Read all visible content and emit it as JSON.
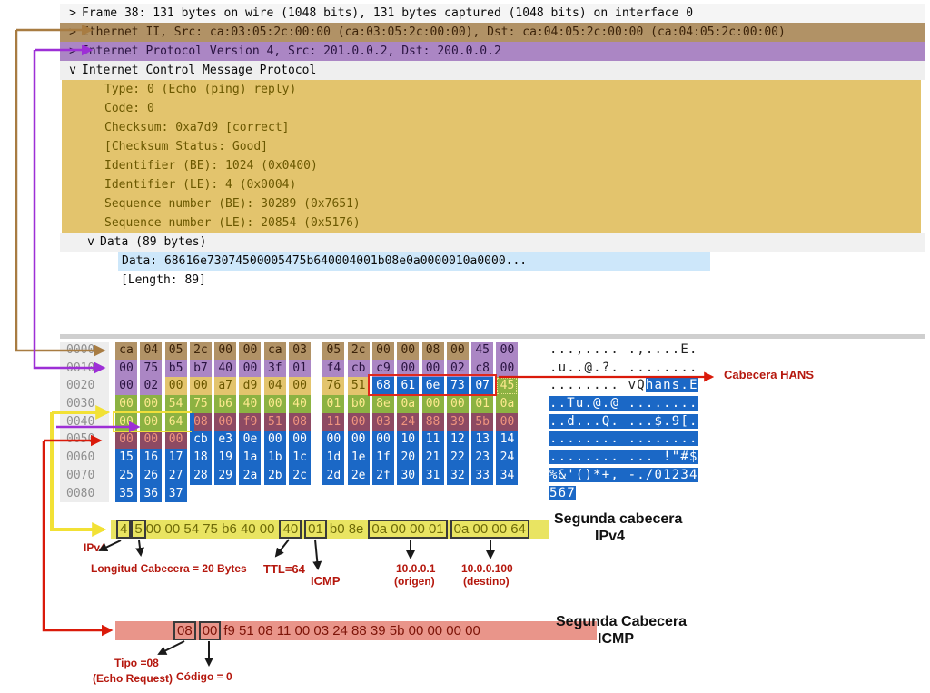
{
  "tree": {
    "frame": {
      "expander": ">",
      "label": "Frame 38: 131 bytes on wire (1048 bits), 131 bytes captured (1048 bits) on interface 0"
    },
    "ethernet": {
      "expander": ">",
      "label": "Ethernet II, Src: ca:03:05:2c:00:00 (ca:03:05:2c:00:00), Dst: ca:04:05:2c:00:00 (ca:04:05:2c:00:00)"
    },
    "ip": {
      "expander": ">",
      "label": "Internet Protocol Version 4, Src: 201.0.0.2, Dst: 200.0.0.2"
    },
    "icmp": {
      "expander": "v",
      "label": "Internet Control Message Protocol"
    },
    "icmp_fields": [
      "Type: 0 (Echo (ping) reply)",
      "Code: 0",
      "Checksum: 0xa7d9 [correct]",
      "[Checksum Status: Good]",
      "Identifier (BE): 1024 (0x0400)",
      "Identifier (LE): 4 (0x0004)",
      "Sequence number (BE): 30289 (0x7651)",
      "Sequence number (LE): 20854 (0x5176)"
    ],
    "data_header": {
      "expander": "v",
      "label": "Data (89 bytes)"
    },
    "data_value": "Data: 68616e73074500005475b640004001b08e0a0000010a0000...",
    "data_length": "[Length: 89]"
  },
  "hex_dump": {
    "region_legend": {
      "e": "ethernet",
      "i": "ipv4",
      "c": "icmp",
      "h": "hans-header",
      "s": "second-ipv4-start",
      "g": "second-ipv4",
      "m": "second-icmp",
      "d": "data"
    },
    "rows": [
      {
        "offset": "0000",
        "bytes": [
          [
            "ca",
            "e"
          ],
          [
            "04",
            "e"
          ],
          [
            "05",
            "e"
          ],
          [
            "2c",
            "e"
          ],
          [
            "00",
            "e"
          ],
          [
            "00",
            "e"
          ],
          [
            "ca",
            "e"
          ],
          [
            "03",
            "e"
          ],
          [
            "05",
            "e"
          ],
          [
            "2c",
            "e"
          ],
          [
            "00",
            "e"
          ],
          [
            "00",
            "e"
          ],
          [
            "08",
            "e"
          ],
          [
            "00",
            "e"
          ],
          [
            "45",
            "i"
          ],
          [
            "00",
            "i"
          ]
        ],
        "ascii": [
          [
            "...,.... .,....E.",
            ""
          ]
        ]
      },
      {
        "offset": "0010",
        "bytes": [
          [
            "00",
            "i"
          ],
          [
            "75",
            "i"
          ],
          [
            "b5",
            "i"
          ],
          [
            "b7",
            "i"
          ],
          [
            "40",
            "i"
          ],
          [
            "00",
            "i"
          ],
          [
            "3f",
            "i"
          ],
          [
            "01",
            "i"
          ],
          [
            "f4",
            "i"
          ],
          [
            "cb",
            "i"
          ],
          [
            "c9",
            "i"
          ],
          [
            "00",
            "i"
          ],
          [
            "00",
            "i"
          ],
          [
            "02",
            "i"
          ],
          [
            "c8",
            "i"
          ],
          [
            "00",
            "i"
          ]
        ],
        "ascii": [
          [
            ".u..@.?. ........",
            ""
          ]
        ]
      },
      {
        "offset": "0020",
        "bytes": [
          [
            "00",
            "i"
          ],
          [
            "02",
            "i"
          ],
          [
            "00",
            "c"
          ],
          [
            "00",
            "c"
          ],
          [
            "a7",
            "c"
          ],
          [
            "d9",
            "c"
          ],
          [
            "04",
            "c"
          ],
          [
            "00",
            "c"
          ],
          [
            "76",
            "c"
          ],
          [
            "51",
            "c"
          ],
          [
            "68",
            "h"
          ],
          [
            "61",
            "h"
          ],
          [
            "6e",
            "h"
          ],
          [
            "73",
            "h"
          ],
          [
            "07",
            "h"
          ],
          [
            "45",
            "s"
          ]
        ],
        "ascii": [
          [
            "........ vQ",
            ""
          ],
          [
            "hans.E",
            "blue"
          ]
        ]
      },
      {
        "offset": "0030",
        "bytes": [
          [
            "00",
            "g"
          ],
          [
            "00",
            "g"
          ],
          [
            "54",
            "g"
          ],
          [
            "75",
            "g"
          ],
          [
            "b6",
            "g"
          ],
          [
            "40",
            "g"
          ],
          [
            "00",
            "g"
          ],
          [
            "40",
            "g"
          ],
          [
            "01",
            "g"
          ],
          [
            "b0",
            "g"
          ],
          [
            "8e",
            "g"
          ],
          [
            "0a",
            "g"
          ],
          [
            "00",
            "g"
          ],
          [
            "00",
            "g"
          ],
          [
            "01",
            "g"
          ],
          [
            "0a",
            "g"
          ]
        ],
        "ascii": [
          [
            "..Tu.@.@ ........",
            "blue"
          ]
        ]
      },
      {
        "offset": "0040",
        "bytes": [
          [
            "00",
            "g"
          ],
          [
            "00",
            "g"
          ],
          [
            "64",
            "g"
          ],
          [
            "08",
            "m"
          ],
          [
            "00",
            "m"
          ],
          [
            "f9",
            "m"
          ],
          [
            "51",
            "m"
          ],
          [
            "08",
            "m"
          ],
          [
            "11",
            "m"
          ],
          [
            "00",
            "m"
          ],
          [
            "03",
            "m"
          ],
          [
            "24",
            "m"
          ],
          [
            "88",
            "m"
          ],
          [
            "39",
            "m"
          ],
          [
            "5b",
            "m"
          ],
          [
            "00",
            "m"
          ]
        ],
        "ascii": [
          [
            "..d...Q. ...$.9[.",
            "blue"
          ]
        ]
      },
      {
        "offset": "0050",
        "bytes": [
          [
            "00",
            "m"
          ],
          [
            "00",
            "m"
          ],
          [
            "00",
            "m"
          ],
          [
            "cb",
            "d"
          ],
          [
            "e3",
            "d"
          ],
          [
            "0e",
            "d"
          ],
          [
            "00",
            "d"
          ],
          [
            "00",
            "d"
          ],
          [
            "00",
            "d"
          ],
          [
            "00",
            "d"
          ],
          [
            "00",
            "d"
          ],
          [
            "10",
            "d"
          ],
          [
            "11",
            "d"
          ],
          [
            "12",
            "d"
          ],
          [
            "13",
            "d"
          ],
          [
            "14",
            "d"
          ]
        ],
        "ascii": [
          [
            "........ ........",
            "blue"
          ]
        ]
      },
      {
        "offset": "0060",
        "bytes": [
          [
            "15",
            "d"
          ],
          [
            "16",
            "d"
          ],
          [
            "17",
            "d"
          ],
          [
            "18",
            "d"
          ],
          [
            "19",
            "d"
          ],
          [
            "1a",
            "d"
          ],
          [
            "1b",
            "d"
          ],
          [
            "1c",
            "d"
          ],
          [
            "1d",
            "d"
          ],
          [
            "1e",
            "d"
          ],
          [
            "1f",
            "d"
          ],
          [
            "20",
            "d"
          ],
          [
            "21",
            "d"
          ],
          [
            "22",
            "d"
          ],
          [
            "23",
            "d"
          ],
          [
            "24",
            "d"
          ]
        ],
        "ascii": [
          [
            "........ ... !\"#$",
            "blue"
          ]
        ]
      },
      {
        "offset": "0070",
        "bytes": [
          [
            "25",
            "d"
          ],
          [
            "26",
            "d"
          ],
          [
            "27",
            "d"
          ],
          [
            "28",
            "d"
          ],
          [
            "29",
            "d"
          ],
          [
            "2a",
            "d"
          ],
          [
            "2b",
            "d"
          ],
          [
            "2c",
            "d"
          ],
          [
            "2d",
            "d"
          ],
          [
            "2e",
            "d"
          ],
          [
            "2f",
            "d"
          ],
          [
            "30",
            "d"
          ],
          [
            "31",
            "d"
          ],
          [
            "32",
            "d"
          ],
          [
            "33",
            "d"
          ],
          [
            "34",
            "d"
          ]
        ],
        "ascii": [
          [
            "%&'()*+, -./01234",
            "blue"
          ]
        ]
      },
      {
        "offset": "0080",
        "bytes": [
          [
            "35",
            "d"
          ],
          [
            "36",
            "d"
          ],
          [
            "37",
            "d"
          ]
        ],
        "ascii": [
          [
            "567",
            "blue"
          ]
        ]
      }
    ]
  },
  "annotations": {
    "hans_label": "Cabecera HANS",
    "ipv4_strip": {
      "groups": [
        {
          "t": "4",
          "box": true
        },
        {
          "t": "5",
          "box": true
        },
        {
          "t": "00 00 54 75 b6 40 00",
          "box": false
        },
        {
          "t": "40",
          "box": true
        },
        {
          "t": "01",
          "box": true
        },
        {
          "t": "b0 8e",
          "box": false
        },
        {
          "t": "0a 00 00 01",
          "box": true
        },
        {
          "t": "0a 00 00 64",
          "box": true
        }
      ],
      "title1": "Segunda cabecera",
      "title2": "IPv4",
      "labels": {
        "version": "IPv4",
        "header_len": "Longitud Cabecera = 20 Bytes",
        "ttl": "TTL=64",
        "protocol": "ICMP",
        "src": "10.0.0.1",
        "src2": "(origen)",
        "dst": "10.0.0.100",
        "dst2": "(destino)"
      }
    },
    "icmp_strip": {
      "groups": [
        {
          "t": "08",
          "box": true
        },
        {
          "t": "00",
          "box": true
        },
        {
          "t": "f9 51 08 11 00 03 24 88 39 5b 00 00 00 00",
          "box": false
        }
      ],
      "title1": "Segunda Cabecera",
      "title2": "ICMP",
      "labels": {
        "type": "Tipo =08",
        "type2": "(Echo Request)",
        "code": "Código = 0"
      }
    }
  },
  "colors": {
    "ethernet": "#b19266",
    "ipv4": "#ab86c4",
    "icmp": "#e3c46d",
    "second_ipv4": "#8cb242",
    "second_icmp": "#8d4a63",
    "data_selection": "#1b68c6",
    "hans_border": "#e0281c",
    "strip_ipv4_bg": "#e9e462",
    "strip_icmp_bg": "#e9958a",
    "annotation_red": "#b5170d"
  }
}
